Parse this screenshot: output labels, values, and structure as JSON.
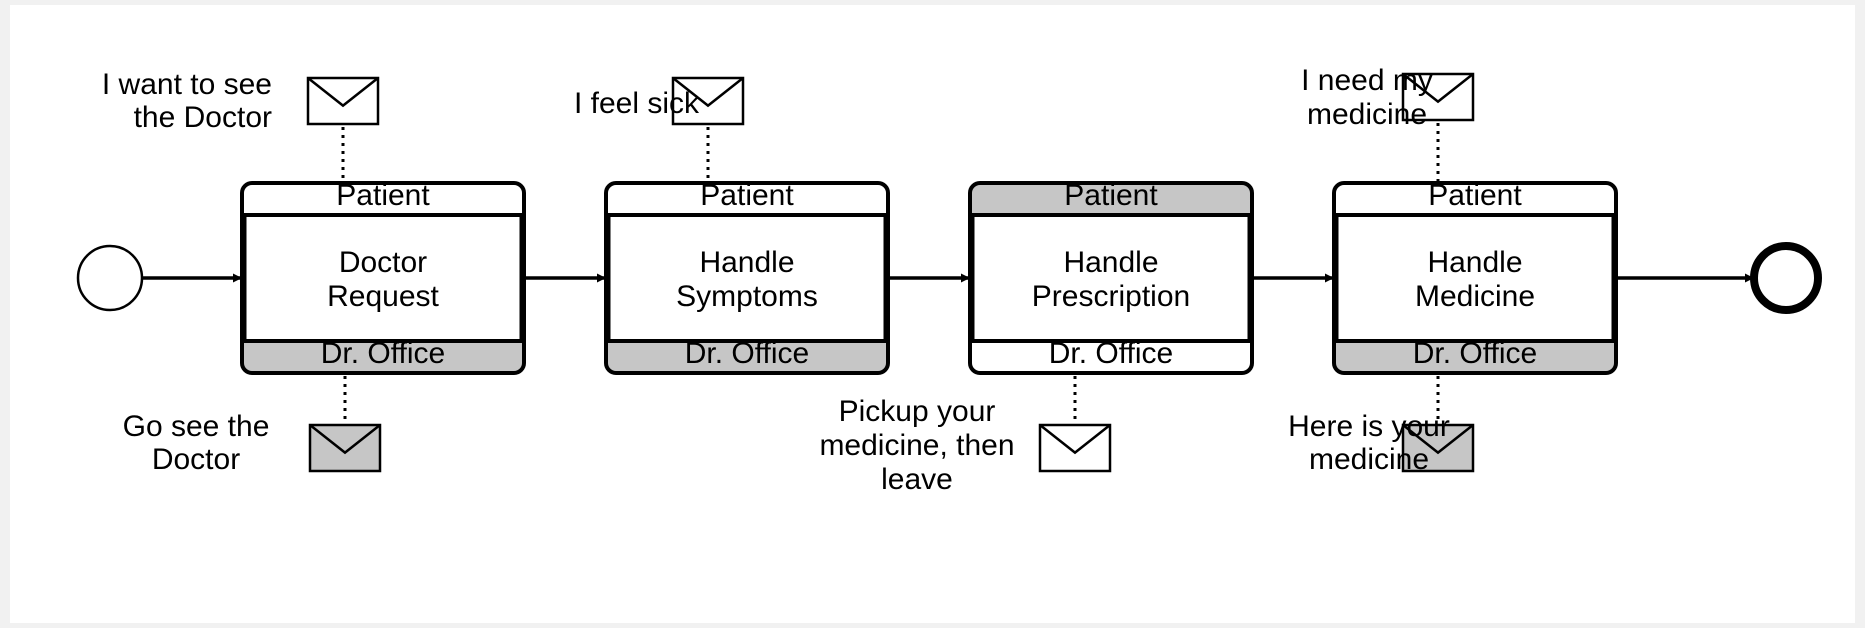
{
  "colors": {
    "shaded": "#c6c6c6",
    "white": "#ffffff",
    "stroke": "#000000",
    "page_bg": "#f1f1f1"
  },
  "tasks": [
    {
      "name": [
        "Doctor",
        "Request"
      ],
      "top_participant": "Patient",
      "bottom_participant": "Dr. Office",
      "top_shaded": false,
      "bottom_shaded": true,
      "top_message": {
        "text": [
          "I want to see",
          "the Doctor"
        ],
        "shaded": false
      },
      "bottom_message": {
        "text": [
          "Go see the",
          "Doctor"
        ],
        "shaded": true
      }
    },
    {
      "name": [
        "Handle",
        "Symptoms"
      ],
      "top_participant": "Patient",
      "bottom_participant": "Dr. Office",
      "top_shaded": false,
      "bottom_shaded": true,
      "top_message": {
        "text": [
          "I feel sick"
        ],
        "shaded": false
      },
      "bottom_message": null
    },
    {
      "name": [
        "Handle",
        "Prescription"
      ],
      "top_participant": "Patient",
      "bottom_participant": "Dr. Office",
      "top_shaded": true,
      "bottom_shaded": false,
      "top_message": null,
      "bottom_message": {
        "text": [
          "Pickup your",
          "medicine, then",
          "leave"
        ],
        "shaded": false
      }
    },
    {
      "name": [
        "Handle",
        "Medicine"
      ],
      "top_participant": "Patient",
      "bottom_participant": "Dr. Office",
      "top_shaded": false,
      "bottom_shaded": true,
      "top_message": {
        "text": [
          "I need my",
          "medicine"
        ],
        "shaded": false
      },
      "bottom_message": {
        "text": [
          "Here is your",
          "medicine"
        ],
        "shaded": true
      }
    }
  ]
}
